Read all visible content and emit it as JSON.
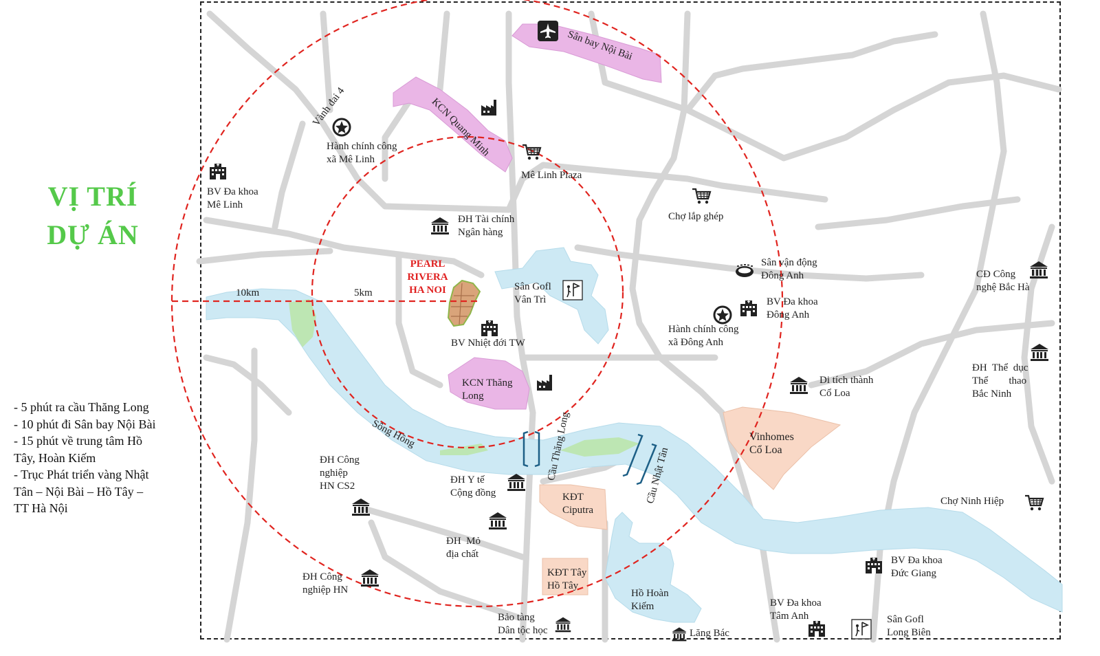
{
  "title": {
    "line1": "VỊ TRÍ",
    "line2": "DỰ ÁN"
  },
  "highlights": [
    "- 5 phút ra cầu Thăng Long",
    "- 10 phút đi Sân bay Nội Bài",
    "- 15 phút về trung tâm Hồ",
    "Tây, Hoàn Kiếm",
    "- Trục Phát triển vàng Nhật",
    "Tân – Nội Bài – Hồ Tây –",
    "TT Hà Nội"
  ],
  "project": {
    "line1": "PEARL",
    "line2": "RIVERA",
    "line3": "HA NOI"
  },
  "rings": {
    "outer": "10km",
    "inner": "5km"
  },
  "colors": {
    "ring": "#e0241f",
    "road": "#d5d5d5",
    "river": "#cde9f4",
    "zone_pink": "#eab6e6",
    "zone_peach": "#f9d8c6",
    "park": "#bde6b3",
    "title": "#55c94a",
    "bridge": "#1d5f86"
  },
  "roads": {
    "ring4": "Vành đai 4"
  },
  "water": {
    "river": "Sông Hồng",
    "lake": [
      "Hồ Hoàn",
      "Kiếm"
    ]
  },
  "bridges": {
    "thang_long": "Cầu Thăng Long",
    "nhat_tan": "Cầu Nhật Tân"
  },
  "zones": {
    "airport": "Sân bay Nội Bài",
    "kcn_quang_minh": "KCN Quang Minh",
    "kcn_thang_long": [
      "KCN Thăng",
      "Long"
    ],
    "vinhomes": [
      "Vinhomes",
      "Cổ Loa"
    ],
    "ciputra": [
      "KĐT",
      "Ciputra"
    ],
    "tay_ho_tay": [
      "KĐT Tây",
      "Hồ Tây"
    ]
  },
  "places": {
    "hanh_chinh_me_linh": [
      "Hành chính công",
      "xã Mê Linh"
    ],
    "bv_me_linh": [
      "BV Đa khoa",
      "Mê Linh"
    ],
    "me_linh_plaza": "Mê Linh Plaza",
    "dh_tai_chinh": [
      "ĐH Tài chính",
      "Ngân hàng"
    ],
    "cho_lap_ghep": "Chợ lắp ghép",
    "san_van_dong": [
      "Sân vận động",
      "Đông Anh"
    ],
    "bv_dong_anh": [
      "BV Đa khoa",
      "Đông Anh"
    ],
    "hanh_chinh_dong_anh": [
      "Hành chính công",
      "xã Đông Anh"
    ],
    "san_golf_van_tri": [
      "Sân Gofl",
      "Vân Trì"
    ],
    "bv_nhiet_doi": "BV Nhiệt đới TW",
    "di_tich_co_loa": [
      "Di tích thành",
      "Cổ Loa"
    ],
    "cd_bac_ha": [
      "CĐ Công",
      "nghệ Bắc Hà"
    ],
    "dh_the_duc": [
      "ĐH  Thể  dục",
      "Thể        thao",
      "Bắc Ninh"
    ],
    "cho_ninh_hiep": "Chợ Ninh Hiệp",
    "bv_duc_giang": [
      "BV Đa khoa",
      "Đức Giang"
    ],
    "bv_tam_anh": [
      "BV Đa khoa",
      "Tâm Anh"
    ],
    "san_golf_long_bien": [
      "Sân Gofl",
      "Long Biên"
    ],
    "dh_cong_nghiep_cs2": [
      "ĐH Công",
      "nghiệp",
      "HN CS2"
    ],
    "dh_y_te": [
      "ĐH Y tế",
      "Cộng đồng"
    ],
    "dh_mo_dia_chat": [
      "ĐH  Mỏ",
      "địa chất"
    ],
    "dh_cong_nghiep_hn": [
      "ĐH Công",
      "nghiệp HN"
    ],
    "bao_tang": [
      "Bảo tàng",
      "Dân tộc học"
    ],
    "lang_bac": "Lăng Bác"
  }
}
